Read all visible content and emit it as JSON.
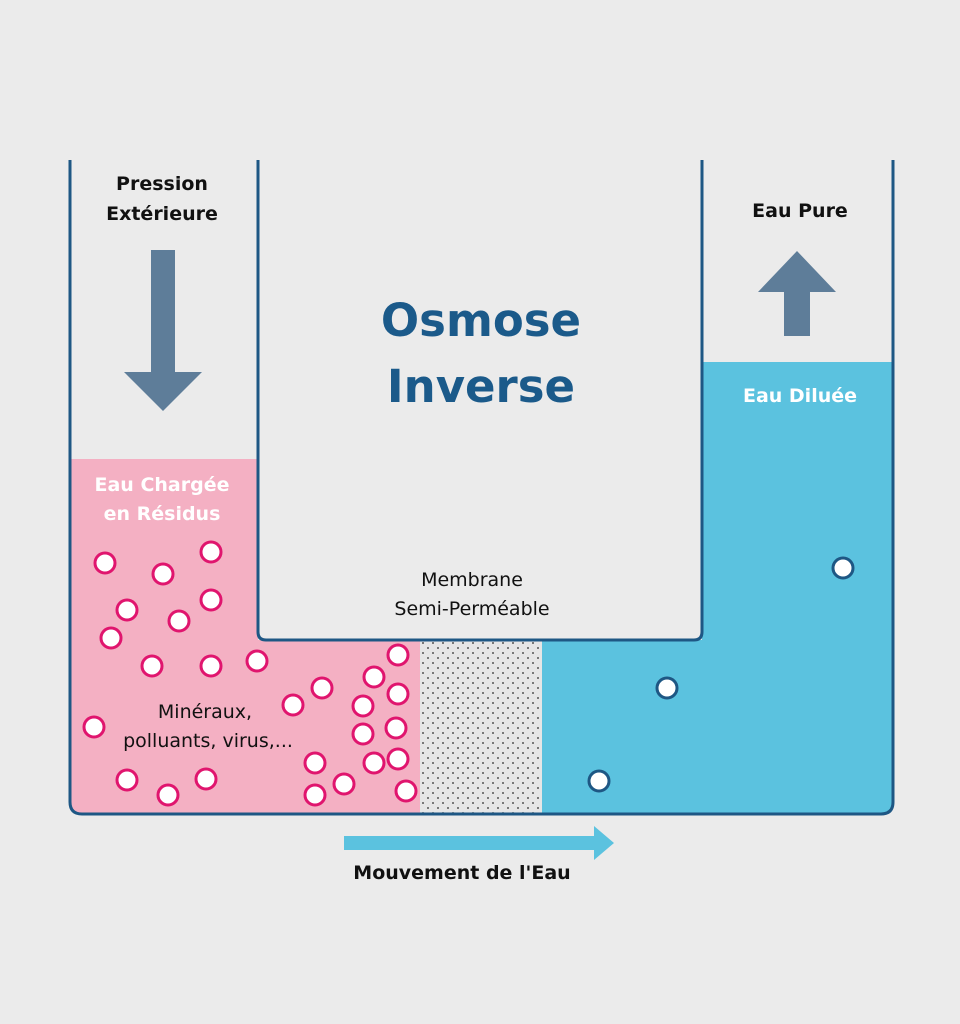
{
  "title": {
    "line1": "Osmose",
    "line2": "Inverse"
  },
  "left_chamber": {
    "pressure_label": [
      "Pression",
      "Extérieure"
    ],
    "water_label": [
      "Eau Chargée",
      "en Résidus"
    ],
    "particles_label": [
      "Minéraux,",
      "polluants, virus,..."
    ]
  },
  "right_chamber": {
    "top_label": "Eau Pure",
    "water_label": "Eau Diluée"
  },
  "membrane": {
    "label": [
      "Membrane",
      "Semi-Perméable"
    ]
  },
  "flow": {
    "label": "Mouvement de l'Eau"
  },
  "icons": {
    "pressure_arrow": "arrow-down-icon",
    "pure_water_arrow": "arrow-up-icon",
    "flow_arrow": "arrow-right-icon"
  },
  "colors": {
    "background": "#ebebeb",
    "outline": "#1e5784",
    "title": "#1b5a8a",
    "residue_water": "#f4b0c3",
    "particle_stroke": "#e0156e",
    "diluted_water": "#5bc2df",
    "arrow_gray": "#5e7d99",
    "white_text": "#ffffff",
    "dark_text": "#111111"
  }
}
